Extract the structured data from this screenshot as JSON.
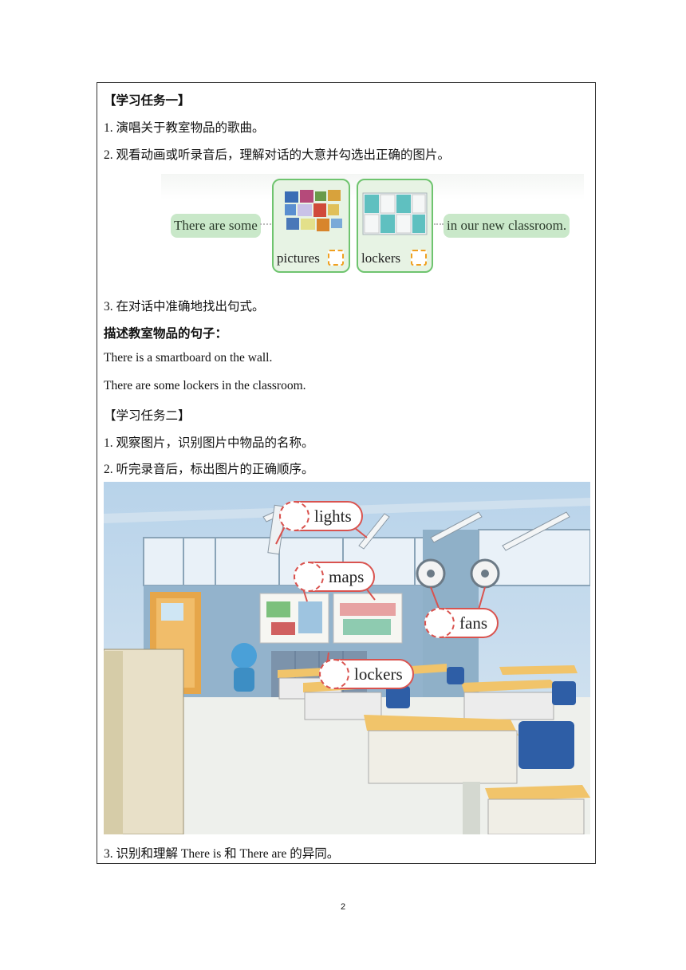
{
  "task1": {
    "heading": "【学习任务一】",
    "item1": "1.  演唱关于教室物品的歌曲。",
    "item2": "2.  观看动画或听录音后，理解对话的大意并勾选出正确的图片。",
    "strip": {
      "left_text": "There are some",
      "option1": "pictures",
      "option2": "lockers",
      "right_text": "in our new classroom."
    },
    "item3": "3.  在对话中准确地找出句式。",
    "sentences_heading": "描述教室物品的句子：",
    "sentence1": "There is a smartboard on the wall.",
    "sentence2": "There are some lockers in the classroom."
  },
  "task2": {
    "heading": "【学习任务二】",
    "item1": "1.  观察图片，识别图片中物品的名称。",
    "item2": "2.  听完录音后，标出图片的正确顺序。",
    "labels": {
      "lights": "lights",
      "maps": "maps",
      "fans": "fans",
      "lockers": "lockers"
    },
    "item3": "3.  识别和理解 There is 和 There are 的异同。"
  },
  "page_number": "2",
  "colors": {
    "pill_green": "#c9e8c9",
    "card_border": "#6fc46f",
    "label_red": "#d9534f",
    "tick_orange": "#f0a020"
  }
}
